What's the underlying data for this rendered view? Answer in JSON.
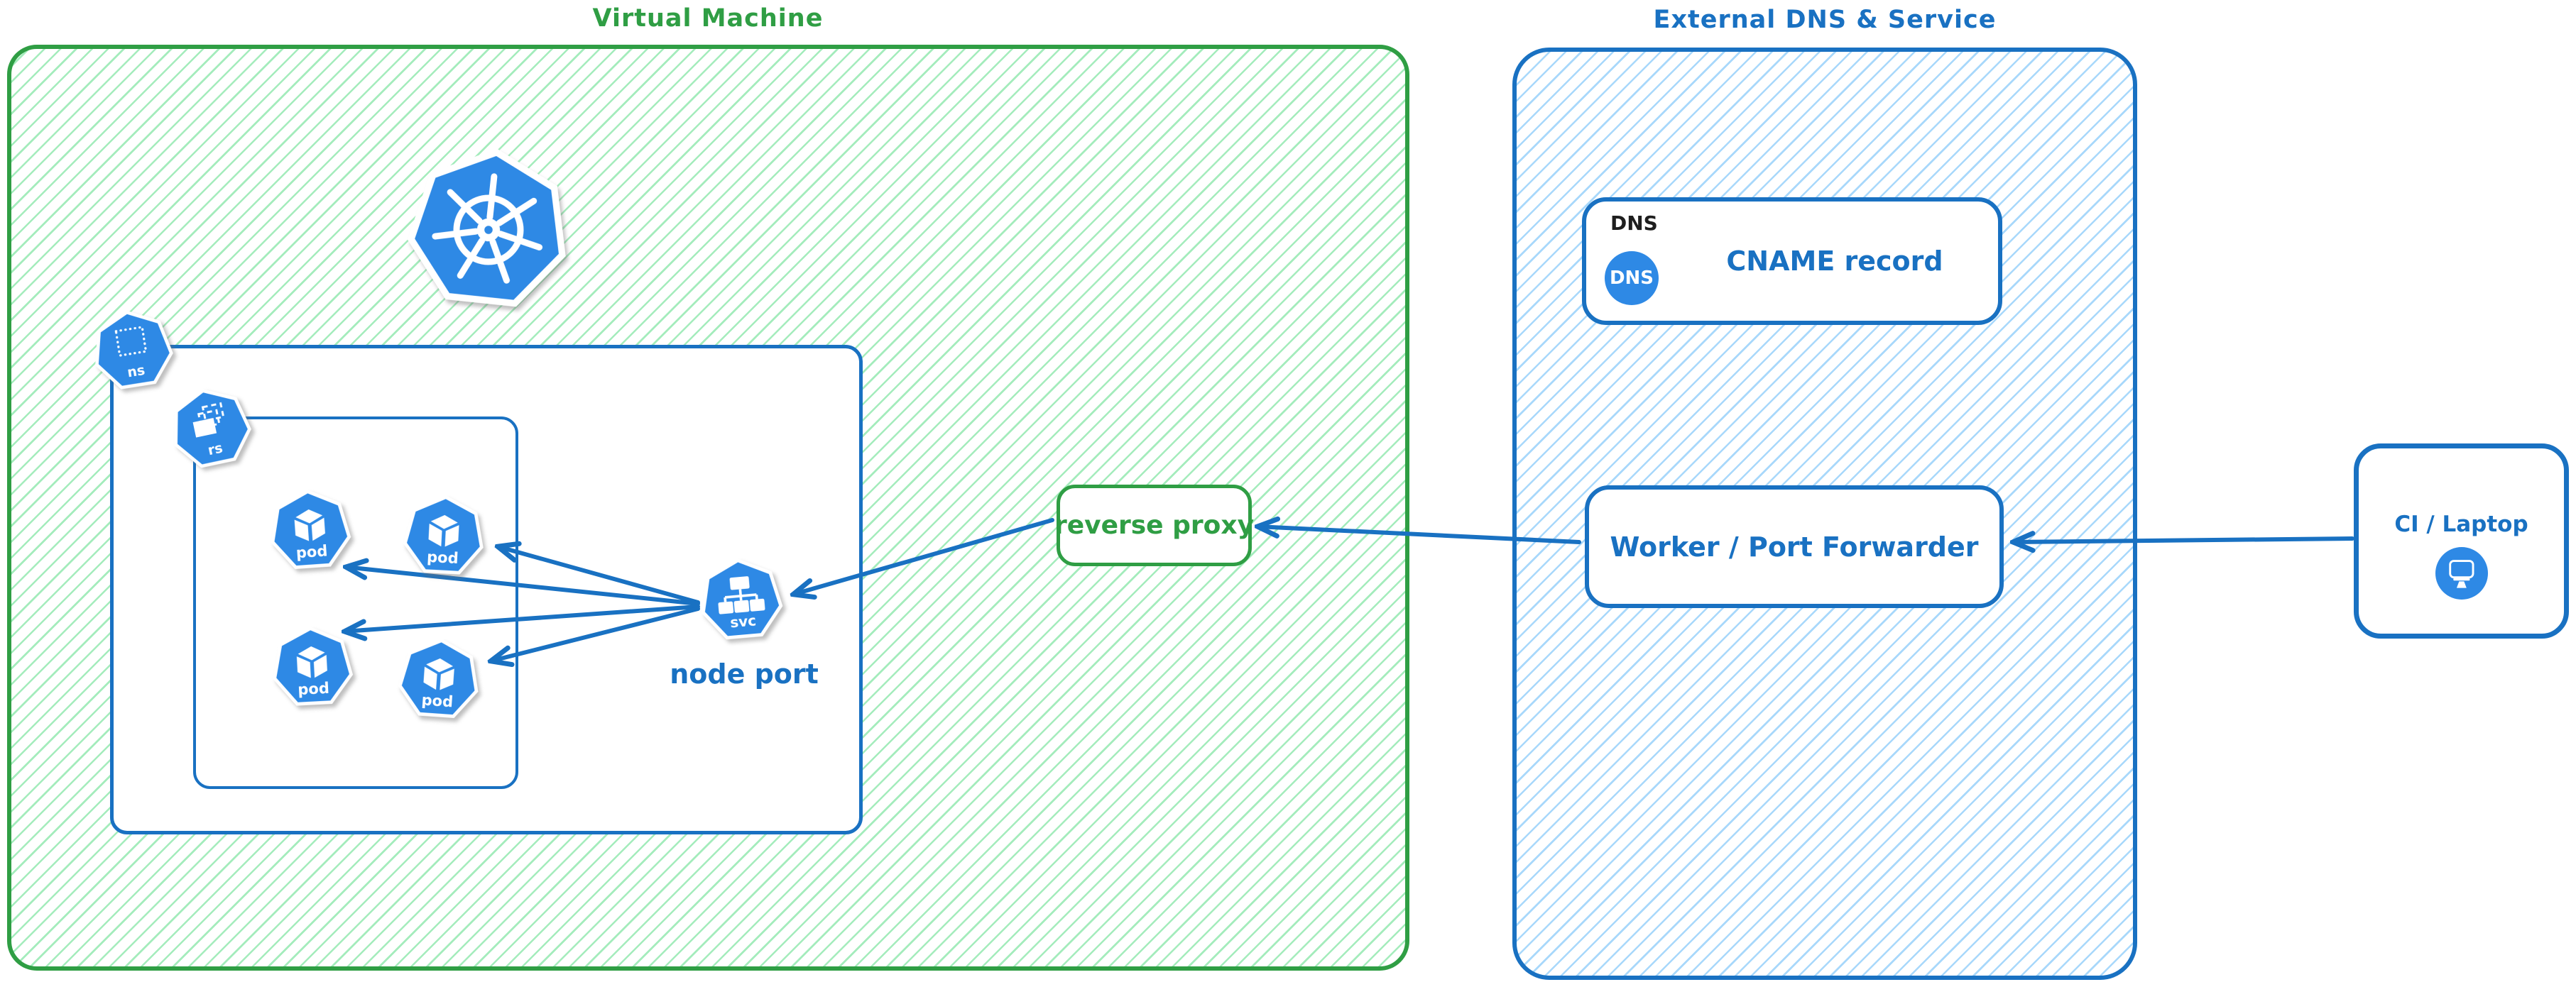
{
  "colors": {
    "green": "#2f9e44",
    "green-hatch": "#a4ecbc",
    "blue": "#1971c2",
    "blue-hatch": "#a8d8fb",
    "icon-blue": "#2e89e5",
    "ink": "#1e1e1e"
  },
  "vm": {
    "title": "Virtual Machine"
  },
  "external": {
    "title": "External DNS & Service"
  },
  "nodes": {
    "kubernetes": {
      "name": "kubernetes"
    },
    "namespace": {
      "label": "ns"
    },
    "replicaset": {
      "label": "rs"
    },
    "pods": [
      {
        "label": "pod"
      },
      {
        "label": "pod"
      },
      {
        "label": "pod"
      },
      {
        "label": "pod"
      }
    ],
    "service": {
      "label": "svc",
      "caption": "node port"
    },
    "reverse_proxy": {
      "label": "reverse proxy"
    },
    "dns": {
      "tag": "DNS",
      "badge": "DNS",
      "label": "CNAME record"
    },
    "worker": {
      "label": "Worker / Port Forwarder"
    },
    "ci": {
      "label": "CI / Laptop"
    }
  },
  "edges": [
    {
      "from": "ci-laptop",
      "to": "worker-port-forwarder"
    },
    {
      "from": "worker-port-forwarder",
      "to": "reverse-proxy"
    },
    {
      "from": "reverse-proxy",
      "to": "svc-node-port"
    },
    {
      "from": "svc-node-port",
      "to": "pod-1"
    },
    {
      "from": "svc-node-port",
      "to": "pod-2"
    },
    {
      "from": "svc-node-port",
      "to": "pod-3"
    },
    {
      "from": "svc-node-port",
      "to": "pod-4"
    }
  ]
}
